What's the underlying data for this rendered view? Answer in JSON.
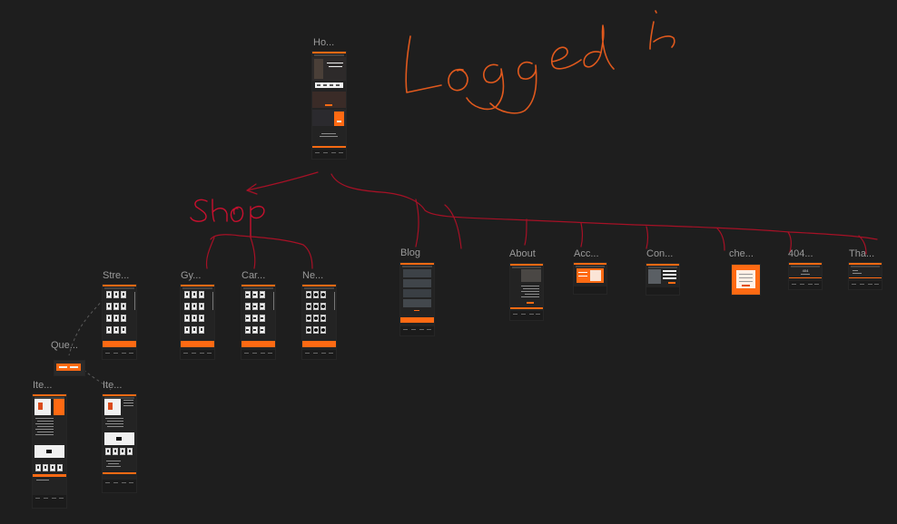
{
  "canvas": {
    "background": "#1e1e1e",
    "accent": "#ff6a13"
  },
  "annotations": {
    "logged_in": "Logged in",
    "shop": "Shop",
    "logged_in_color": "#e0591d",
    "shop_color": "#c8102e"
  },
  "frames": {
    "home": "Ho...",
    "blog": "Blog",
    "about": "About",
    "account": "Acc...",
    "contact": "Con...",
    "checkout": "che...",
    "notfound": "404...",
    "thanks": "Tha...",
    "streetwear": "Stre...",
    "gym": "Gy...",
    "cardio": "Car...",
    "new": "Ne...",
    "quick_view": "Que...",
    "item_1": "Ite...",
    "item_2": "Ite...",
    "notfound_code": "404"
  }
}
